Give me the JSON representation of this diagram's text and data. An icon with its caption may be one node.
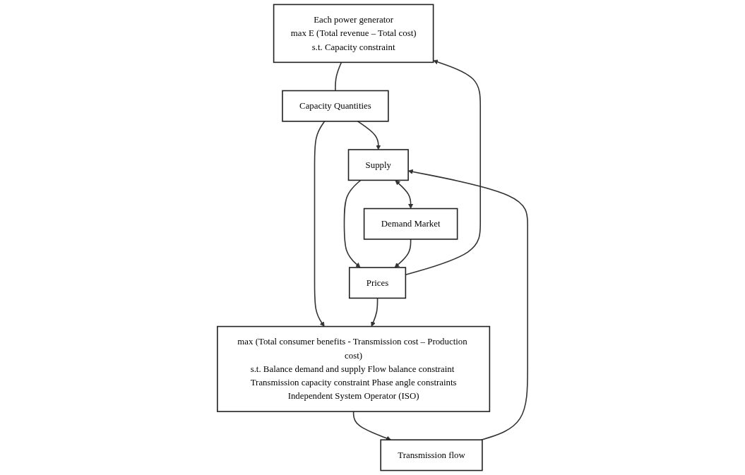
{
  "diagram": {
    "nodes": [
      {
        "text": [
          "Each power generator",
          "max E (Total revenue – Total cost)",
          "s.t. Capacity constraint"
        ]
      },
      {
        "text": [
          "Transmission flow"
        ]
      },
      {
        "text": [
          "Supply"
        ]
      },
      {
        "text": [
          "Capacity Quantities"
        ]
      },
      {
        "text": [
          "Prices"
        ]
      },
      {
        "text": [
          "Demand Market"
        ]
      },
      {
        "text": [
          "max (Total consumer benefits - Transmission cost – Production cost)",
          "s.t. Balance demand and supply Flow balance constraint Transmission capacity constraint Phase angle constraints",
          "Independent System Operator (ISO)"
        ]
      }
    ],
    "edges": [
      {
        "from": 1,
        "to": 2,
        "arrow": "to"
      },
      {
        "from": 3,
        "to": 2,
        "arrow": "to"
      },
      {
        "from": 0,
        "to": 3,
        "arrow": "none"
      },
      {
        "from": 3,
        "to": 6,
        "arrow": "to"
      },
      {
        "from": 4,
        "to": 0,
        "arrow": "to"
      },
      {
        "from": 2,
        "to": 5,
        "arrow": "both"
      },
      {
        "from": 2,
        "to": 4,
        "arrow": "to"
      },
      {
        "from": 5,
        "to": 4,
        "arrow": "to"
      },
      {
        "from": 4,
        "to": 6,
        "arrow": "to"
      },
      {
        "from": 6,
        "to": 1,
        "arrow": "to"
      }
    ]
  }
}
